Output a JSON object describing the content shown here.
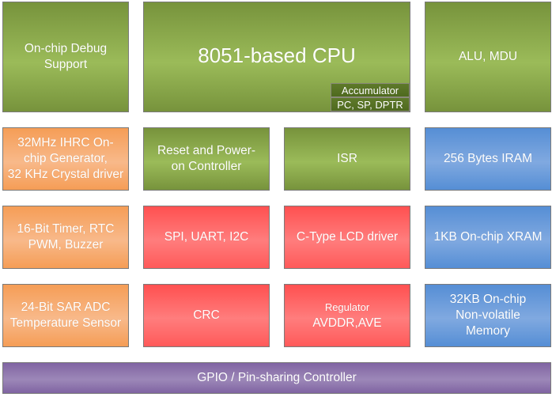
{
  "diagram": {
    "rows": [
      [
        {
          "id": "debug",
          "label": "On-chip Debug\nSupport",
          "color": "green"
        },
        {
          "id": "cpu",
          "label": "8051-based CPU",
          "color": "green",
          "registers": [
            "Accumulator",
            "PC, SP, DPTR"
          ]
        },
        {
          "id": "alu",
          "label": "ALU, MDU",
          "color": "green"
        }
      ],
      [
        {
          "id": "clock",
          "label": "32MHz IHRC On-\nchip Generator,\n32 KHz Crystal driver",
          "color": "orange"
        },
        {
          "id": "reset",
          "label": "Reset and Power-\non Controller",
          "color": "green"
        },
        {
          "id": "isr",
          "label": "ISR",
          "color": "green"
        },
        {
          "id": "iram",
          "label": "256 Bytes IRAM",
          "color": "blue"
        }
      ],
      [
        {
          "id": "timer",
          "label": "16-Bit Timer, RTC\nPWM, Buzzer",
          "color": "orange"
        },
        {
          "id": "serial",
          "label": "SPI, UART, I2C",
          "color": "red"
        },
        {
          "id": "lcd",
          "label": "C-Type LCD driver",
          "color": "red"
        },
        {
          "id": "xram",
          "label": "1KB On-chip XRAM",
          "color": "blue"
        }
      ],
      [
        {
          "id": "adc",
          "label": "24-Bit SAR ADC\nTemperature Sensor",
          "color": "orange"
        },
        {
          "id": "crc",
          "label": "CRC",
          "color": "red"
        },
        {
          "id": "regulator",
          "label_top": "Regulator",
          "label": "AVDDR,AVE",
          "color": "red"
        },
        {
          "id": "flash",
          "label": "32KB On-chip\nNon-volatile\nMemory",
          "color": "blue"
        }
      ]
    ],
    "bottom_bar": {
      "id": "gpio",
      "label": "GPIO / Pin-sharing Controller",
      "color": "purple"
    }
  },
  "colors": {
    "green": "#9bbb59",
    "orange": "#f8b98a",
    "red": "#ff7d7d",
    "blue": "#80a9e0",
    "purple": "#9c87b8",
    "register_bg": "#5f7a2a"
  }
}
